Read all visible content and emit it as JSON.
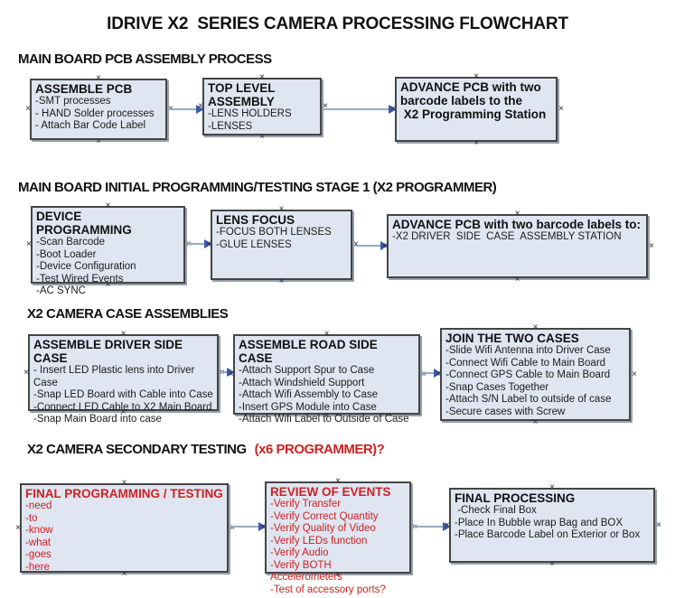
{
  "title": "IDRIVE X2  SERIES CAMERA PROCESSING FLOWCHART",
  "glyphs": {
    "handle": "×"
  },
  "colors": {
    "box_fill": "#dfe5f1",
    "box_border": "#454545",
    "shadow": "#98a0ac",
    "red_text": "#cc2222",
    "arrow_line": "#94aac6",
    "arrow_head": "#3a5ba9"
  },
  "sections": [
    {
      "header": "MAIN BOARD PCB ASSEMBLY PROCESS",
      "boxes": [
        {
          "title": "ASSEMBLE PCB",
          "items": [
            "-SMT processes",
            "- HAND Solder processes",
            "- Attach Bar Code Label"
          ]
        },
        {
          "title": "TOP LEVEL ASSEMBLY",
          "items": [
            "-LENS HOLDERS",
            "-LENSES"
          ]
        },
        {
          "title": "ADVANCE PCB with two\nbarcode labels to the\n X2 Programming Station",
          "items": []
        }
      ]
    },
    {
      "header": "MAIN BOARD INITIAL PROGRAMMING/TESTING STAGE 1 (X2 PROGRAMMER)",
      "boxes": [
        {
          "title": "DEVICE PROGRAMMING",
          "items": [
            "-Scan Barcode",
            "-Boot Loader",
            "-Device Configuration",
            "-Test Wired Events",
            "-AC SYNC"
          ]
        },
        {
          "title": "LENS FOCUS",
          "items": [
            "-FOCUS BOTH LENSES",
            "-GLUE LENSES"
          ]
        },
        {
          "title": "ADVANCE PCB with two barcode labels to:",
          "items": [
            "-X2 DRIVER  SIDE  CASE  ASSEMBLY STATION"
          ]
        }
      ]
    },
    {
      "header": "X2 CAMERA CASE ASSEMBLIES",
      "boxes": [
        {
          "title": "ASSEMBLE DRIVER SIDE CASE",
          "items": [
            "- Insert LED Plastic lens into Driver Case",
            "-Snap LED Board with Cable into Case",
            "-Connect LED Cable to X2 Main Board",
            "-Snap Main Board into case"
          ]
        },
        {
          "title": "ASSEMBLE ROAD SIDE CASE",
          "items": [
            "-Attach Support Spur to Case",
            "-Attach Windshield Support",
            "-Attach Wifi Assembly to Case",
            "-Insert GPS Module into Case",
            "-Attach Wifi Label to Outside of Case"
          ]
        },
        {
          "title": "JOIN THE TWO CASES",
          "items": [
            "-Slide Wifi Antenna into Driver Case",
            "-Connect Wifi Cable to Main Board",
            "-Connect GPS Cable to Main Board",
            "-Snap Cases Together",
            "-Attach S/N Label to outside of case",
            "-Secure cases with Screw"
          ]
        }
      ]
    },
    {
      "header": "X2 CAMERA SECONDARY TESTING",
      "header_red": "(x6 PROGRAMMER)?",
      "boxes": [
        {
          "title": "FINAL PROGRAMMING / TESTING",
          "items": [
            "-need",
            "-to",
            "-know",
            "-what",
            "-goes",
            "-here"
          ]
        },
        {
          "title": "REVIEW OF EVENTS",
          "items": [
            "-Verify Transfer",
            "-Verify Correct Quantity",
            "-Verify Quality of Video",
            "-Verify LEDs function",
            "-Verify Audio",
            "-Verify BOTH Accelerometers",
            "-Test of accessory ports?"
          ]
        },
        {
          "title": "FINAL PROCESSING",
          "items": [
            " -Check Final Box",
            "-Place In Bubble wrap Bag and BOX",
            "-Place Barcode Label on Exterior or Box"
          ]
        }
      ]
    }
  ]
}
